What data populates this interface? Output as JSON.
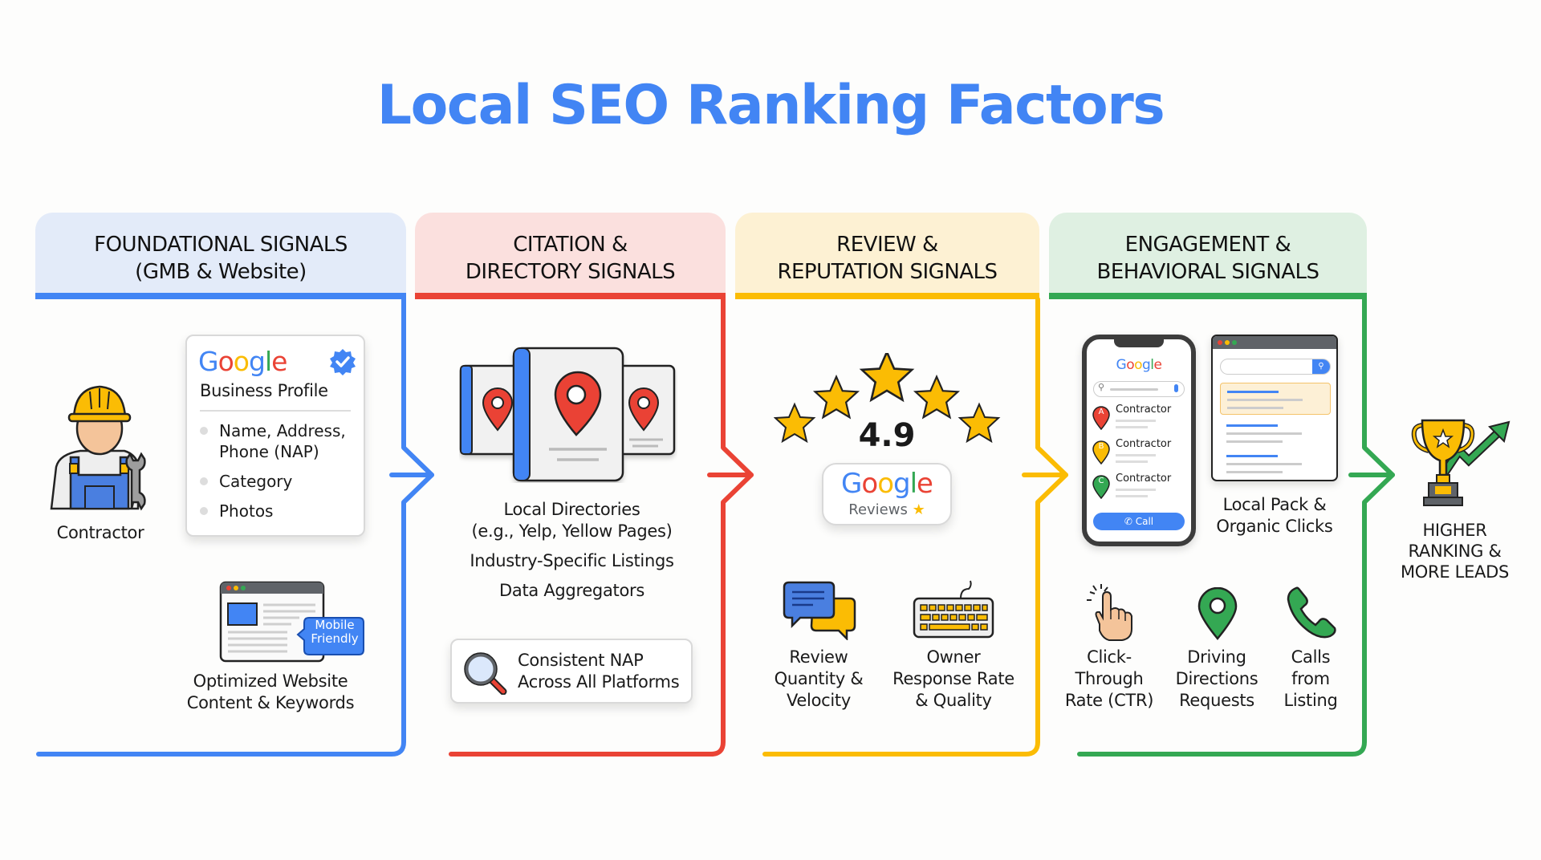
{
  "title": "Local SEO Ranking Factors",
  "colors": {
    "blue": "#4285f4",
    "red": "#ea4335",
    "yellow": "#fbbc04",
    "green": "#34a853",
    "blue_header_bg": "#e3ebf9",
    "red_header_bg": "#fbe0de",
    "yellow_header_bg": "#fdf1d3",
    "green_header_bg": "#dff0e2"
  },
  "columns": [
    {
      "header_line1": "FOUNDATIONAL SIGNALS",
      "header_line2": "(GMB & Website)",
      "contractor_label": "Contractor",
      "gbp_card": {
        "logo": "Google",
        "subtitle": "Business Profile",
        "verified_icon": "verified-badge-icon",
        "items": [
          "Name, Address,",
          "Phone (NAP)",
          "Category",
          "Photos"
        ]
      },
      "website": {
        "badge_line1": "Mobile",
        "badge_line2": "Friendly",
        "label_line1": "Optimized Website",
        "label_line2": "Content & Keywords"
      }
    },
    {
      "header_line1": "CITATION &",
      "header_line2": "DIRECTORY SIGNALS",
      "items": [
        "Local Directories",
        "(e.g., Yelp, Yellow Pages)",
        "Industry-Specific Listings",
        "Data Aggregators"
      ],
      "nap_box_line1": "Consistent NAP",
      "nap_box_line2": "Across All Platforms"
    },
    {
      "header_line1": "REVIEW &",
      "header_line2": "REPUTATION SIGNALS",
      "rating": "4.9",
      "reviews_badge_logo": "Google",
      "reviews_badge_label": "Reviews",
      "factors": [
        {
          "line1": "Review",
          "line2": "Quantity &",
          "line3": "Velocity",
          "icon": "chat-bubbles-icon"
        },
        {
          "line1": "Owner",
          "line2": "Response Rate",
          "line3": "& Quality",
          "icon": "keyboard-icon"
        }
      ]
    },
    {
      "header_line1": "ENGAGEMENT &",
      "header_line2": "BEHAVIORAL SIGNALS",
      "phone": {
        "logo": "Google",
        "results": [
          {
            "pin": "A",
            "label": "Contractor",
            "color": "#ea4335"
          },
          {
            "pin": "B",
            "label": "Contractor",
            "color": "#fbbc04"
          },
          {
            "pin": "C",
            "label": "Contractor",
            "color": "#34a853"
          }
        ],
        "call_button": "Call"
      },
      "browser_label_line1": "Local Pack &",
      "browser_label_line2": "Organic Clicks",
      "factors": [
        {
          "line1": "Click-",
          "line2": "Through",
          "line3": "Rate (CTR)",
          "icon": "click-hand-icon"
        },
        {
          "line1": "Driving",
          "line2": "Directions",
          "line3": "Requests",
          "icon": "map-pin-icon"
        },
        {
          "line1": "Calls",
          "line2": "from",
          "line3": "Listing",
          "icon": "phone-icon"
        }
      ]
    }
  ],
  "outcome": {
    "line1": "HIGHER",
    "line2": "RANKING &",
    "line3": "MORE LEADS"
  }
}
